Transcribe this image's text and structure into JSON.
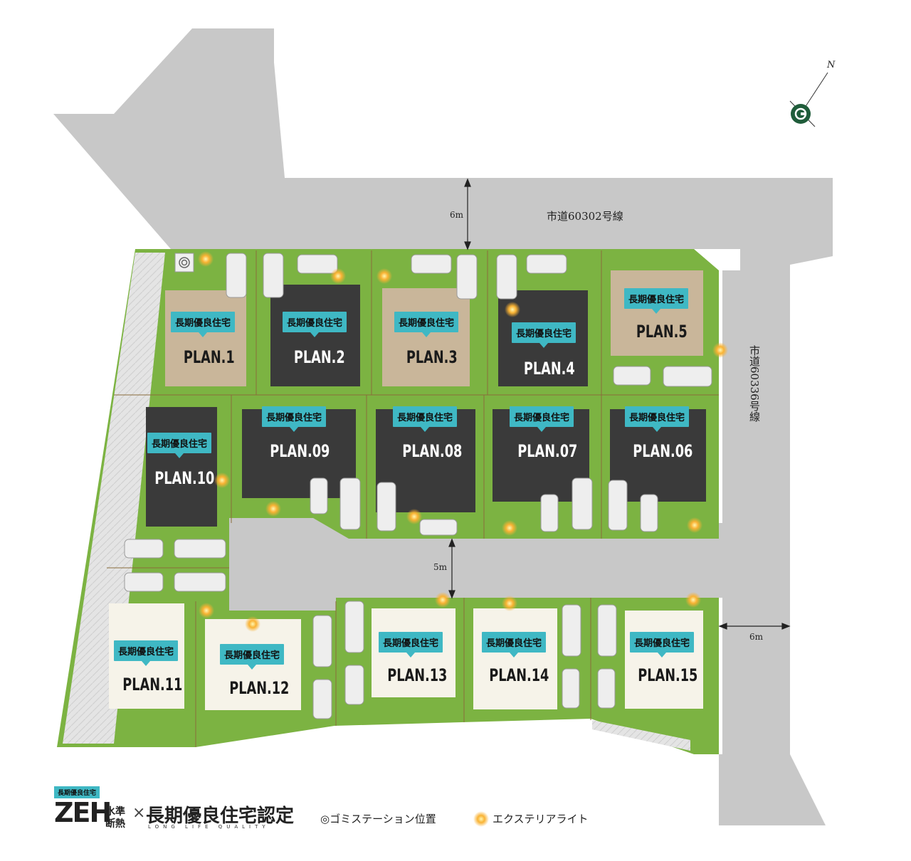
{
  "roads": {
    "north_label": "市道60302号線",
    "east_label": "市道60336号線",
    "north_width": "6m",
    "inner_width": "5m",
    "east_width": "6m"
  },
  "tag_text": "長期優良住宅",
  "plans": [
    {
      "label": "PLAN.1"
    },
    {
      "label": "PLAN.2"
    },
    {
      "label": "PLAN.3"
    },
    {
      "label": "PLAN.4"
    },
    {
      "label": "PLAN.5"
    },
    {
      "label": "PLAN.10"
    },
    {
      "label": "PLAN.09"
    },
    {
      "label": "PLAN.08"
    },
    {
      "label": "PLAN.07"
    },
    {
      "label": "PLAN.06"
    },
    {
      "label": "PLAN.11"
    },
    {
      "label": "PLAN.12"
    },
    {
      "label": "PLAN.13"
    },
    {
      "label": "PLAN.14"
    },
    {
      "label": "PLAN.15"
    }
  ],
  "compass": {
    "label": "N"
  },
  "legend": {
    "zeh_tag": "長期優良住宅",
    "zeh": "ZEH",
    "zeh_sub1": "水準",
    "zeh_sub2": "断熱",
    "times": "×",
    "cert": "長期優良住宅認定",
    "cert_sub": "LONG LIFE QUALITY",
    "garbage": "◎ゴミステーション位置",
    "light": "エクステリアライト"
  },
  "colors": {
    "road": "#c8c8c8",
    "grass": "#7cb342",
    "house_dark": "#3a3a3a",
    "house_tan": "#c9b69a",
    "house_cream": "#f6f3e9",
    "tag": "#3fb8c4",
    "light": "#f9b233",
    "compass": "#1f5c3a"
  }
}
